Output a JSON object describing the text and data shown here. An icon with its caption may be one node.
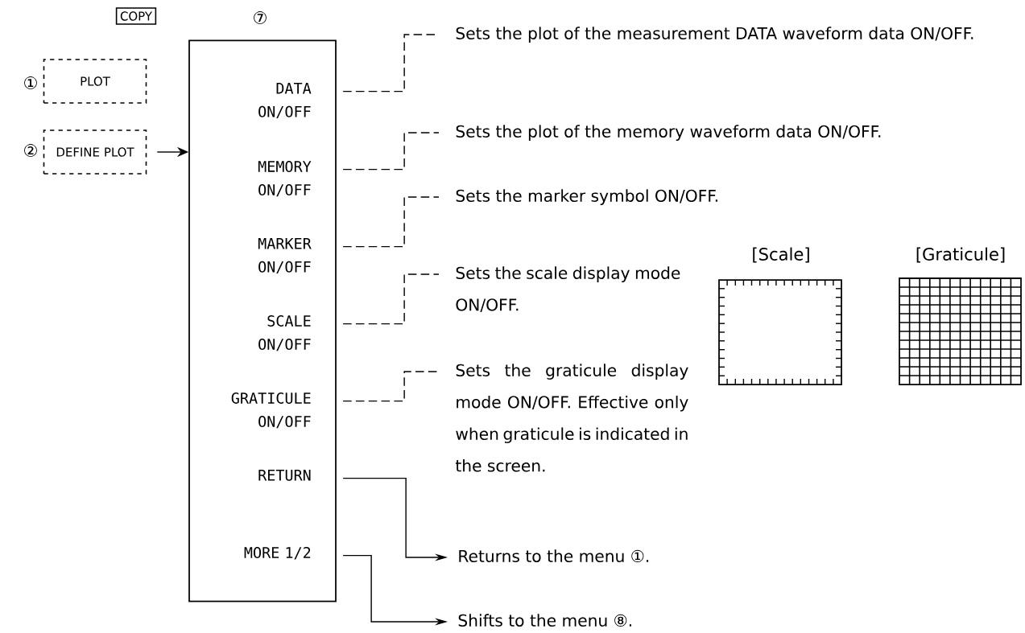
{
  "diagram": {
    "nodes": [
      {
        "text": [
          "COPY"
        ]
      },
      {
        "text": [
          "PLOT"
        ],
        "beside": [
          "①"
        ]
      },
      {
        "text": [
          "DEFINE PLOT"
        ],
        "beside": [
          "②"
        ]
      },
      {
        "text": [],
        "shape": "box",
        "beside": [
          "⑦"
        ]
      },
      {
        "text": [
          "DATA ON/OFF"
        ],
        "in": 3
      },
      {
        "text": [
          "MEMORY ON/OFF"
        ],
        "in": 3
      },
      {
        "text": [
          "MARKER ON/OFF"
        ],
        "in": 3
      },
      {
        "text": [
          "SCALE ON/OFF"
        ],
        "in": 3
      },
      {
        "text": [
          "GRATICULE ON/OFF"
        ],
        "in": 3
      },
      {
        "text": [
          "RETURN"
        ],
        "in": 3
      },
      {
        "text": [
          "MORE 1/2"
        ],
        "in": 3
      },
      {
        "text": [
          "Sets the plot of the measurement DATA waveform data ON/OFF."
        ]
      },
      {
        "text": [
          "Sets the plot of the memory waveform data ON/OFF."
        ]
      },
      {
        "text": [
          "Sets the marker symbol ON/OFF."
        ]
      },
      {
        "text": [
          "Sets the scale display mode ON/OFF."
        ]
      },
      {
        "text": [
          "Sets the graticule display mode ON/OFF. Effective only when graticule is indicated in the screen."
        ]
      },
      {
        "text": [
          "Returns to the menu ①."
        ]
      },
      {
        "text": [
          "Shifts to the menu ⑧."
        ]
      }
    ],
    "edges": [
      {
        "from": 2,
        "to": 3,
        "arrow": "to"
      },
      {
        "from": 4,
        "to": 11,
        "arrow": "none",
        "style": "dashed"
      },
      {
        "from": 5,
        "to": 12,
        "arrow": "none",
        "style": "dashed"
      },
      {
        "from": 6,
        "to": 13,
        "arrow": "none",
        "style": "dashed"
      },
      {
        "from": 7,
        "to": 14,
        "arrow": "none",
        "style": "dashed"
      },
      {
        "from": 8,
        "to": 15,
        "arrow": "none",
        "style": "dashed"
      },
      {
        "from": 9,
        "to": 16,
        "arrow": "to"
      },
      {
        "from": 10,
        "to": 17,
        "arrow": "to"
      }
    ],
    "labels": [
      "[Scale]",
      "[Graticule]"
    ]
  }
}
